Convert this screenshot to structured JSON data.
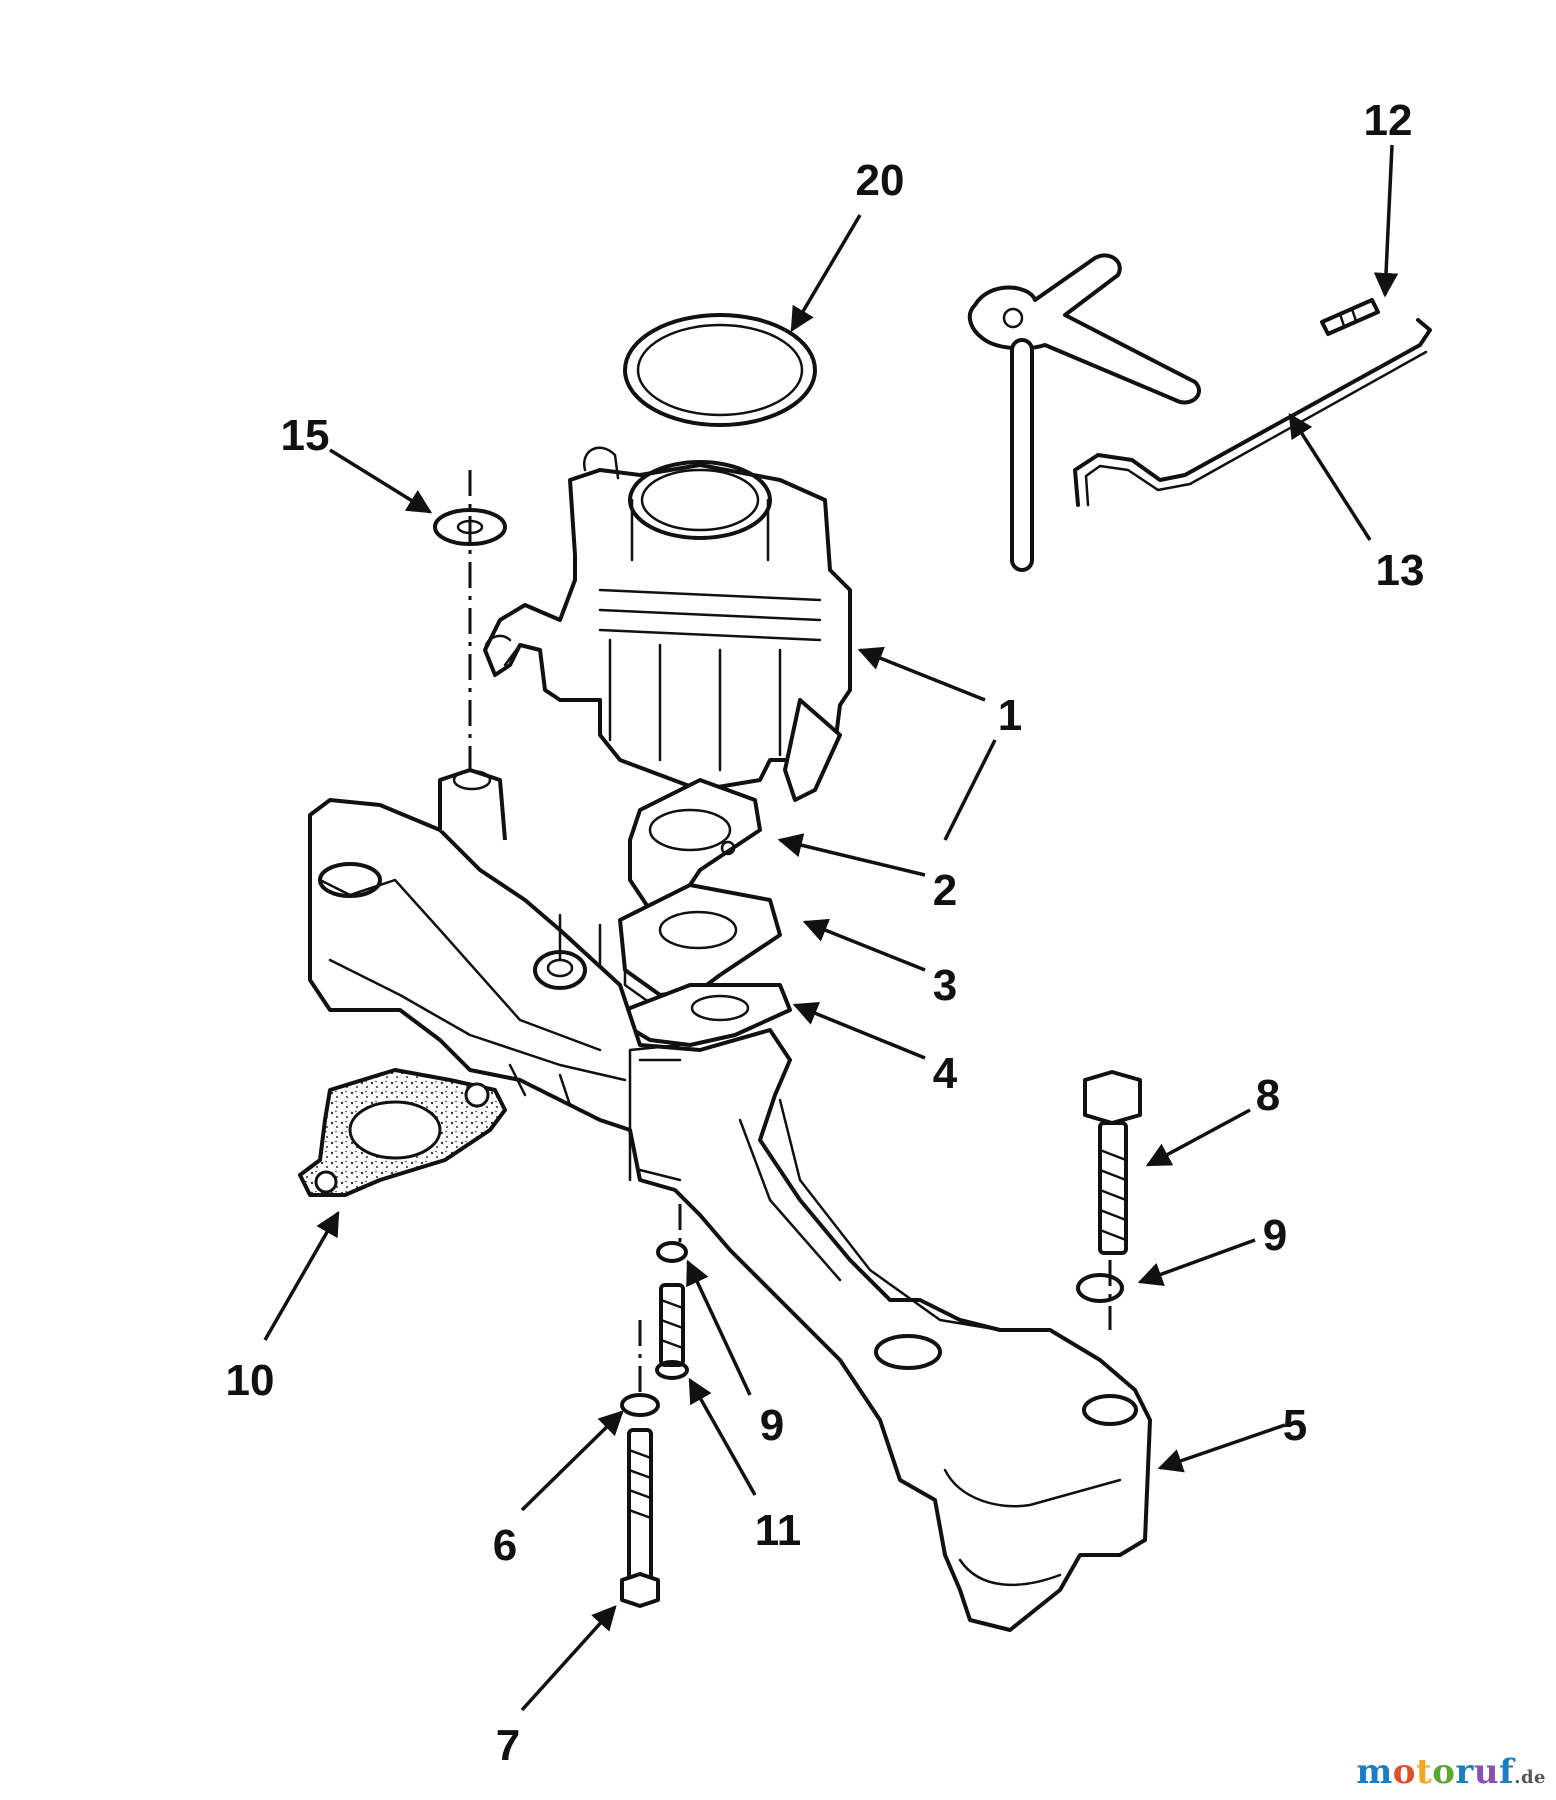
{
  "callouts": [
    {
      "id": "20",
      "text": "20"
    },
    {
      "id": "12",
      "text": "12"
    },
    {
      "id": "15",
      "text": "15"
    },
    {
      "id": "13",
      "text": "13"
    },
    {
      "id": "1",
      "text": "1"
    },
    {
      "id": "2",
      "text": "2"
    },
    {
      "id": "3",
      "text": "3"
    },
    {
      "id": "4",
      "text": "4"
    },
    {
      "id": "8",
      "text": "8"
    },
    {
      "id": "9a",
      "text": "9"
    },
    {
      "id": "10",
      "text": "10"
    },
    {
      "id": "9b",
      "text": "9"
    },
    {
      "id": "5",
      "text": "5"
    },
    {
      "id": "11",
      "text": "11"
    },
    {
      "id": "6",
      "text": "6"
    },
    {
      "id": "7",
      "text": "7"
    }
  ],
  "watermark": {
    "brand": "motoruf",
    "tld": ".de"
  },
  "colors": {
    "ink": "#111111",
    "background": "#ffffff"
  }
}
